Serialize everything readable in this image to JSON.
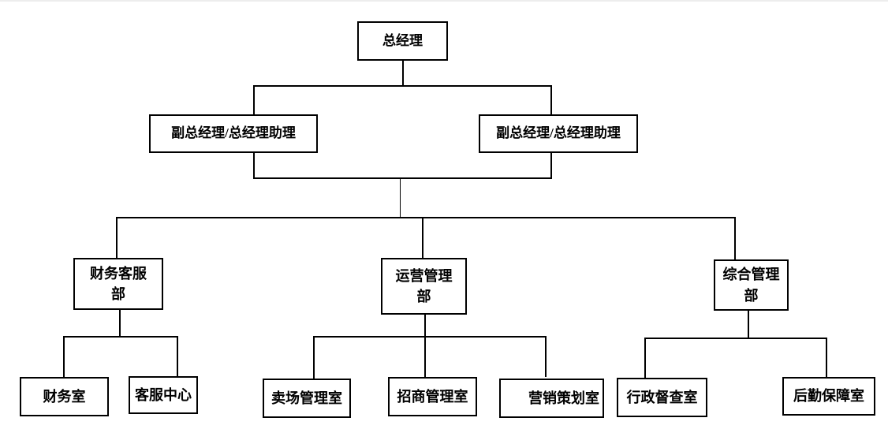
{
  "org": {
    "type": "org-chart",
    "nodes": [
      {
        "id": "general-manager",
        "level": 1,
        "label": "总经理"
      },
      {
        "id": "deputy-gm-left",
        "level": 2,
        "label": "副总经理/总经理助理"
      },
      {
        "id": "deputy-gm-right",
        "level": 2,
        "label": "副总经理/总经理助理"
      },
      {
        "id": "dept-finance-customer-service",
        "level": 3,
        "label": "财务客服\n部"
      },
      {
        "id": "dept-operations-management",
        "level": 3,
        "label": "运营管理\n部"
      },
      {
        "id": "dept-general-management",
        "level": 3,
        "label": "综合管理\n部"
      },
      {
        "id": "office-finance",
        "level": 4,
        "label": "财务室"
      },
      {
        "id": "office-customer-service",
        "level": 4,
        "label": "客服中心"
      },
      {
        "id": "office-store-management",
        "level": 4,
        "label": "卖场管理室"
      },
      {
        "id": "office-merchant-management",
        "level": 4,
        "label": "招商管理室"
      },
      {
        "id": "office-marketing-planning",
        "level": 4,
        "label": "营销策划室"
      },
      {
        "id": "office-admin-supervision",
        "level": 4,
        "label": "行政督查室"
      },
      {
        "id": "office-logistics-support",
        "level": 4,
        "label": "后勤保障室"
      }
    ],
    "structure": {
      "总经理": [
        "副总经理/总经理助理",
        "副总经理/总经理助理"
      ],
      "副总经理/总经理助理": [
        "财务客服部",
        "运营管理部",
        "综合管理部"
      ],
      "财务客服部": [
        "财务室",
        "客服中心"
      ],
      "运营管理部": [
        "卖场管理室",
        "招商管理室",
        "营销策划室"
      ],
      "综合管理部": [
        "行政督查室",
        "后勤保障室"
      ]
    },
    "colors": {
      "background": "#ffffff",
      "box_border": "#000000",
      "connector": "#000000",
      "text": "#000000"
    }
  }
}
